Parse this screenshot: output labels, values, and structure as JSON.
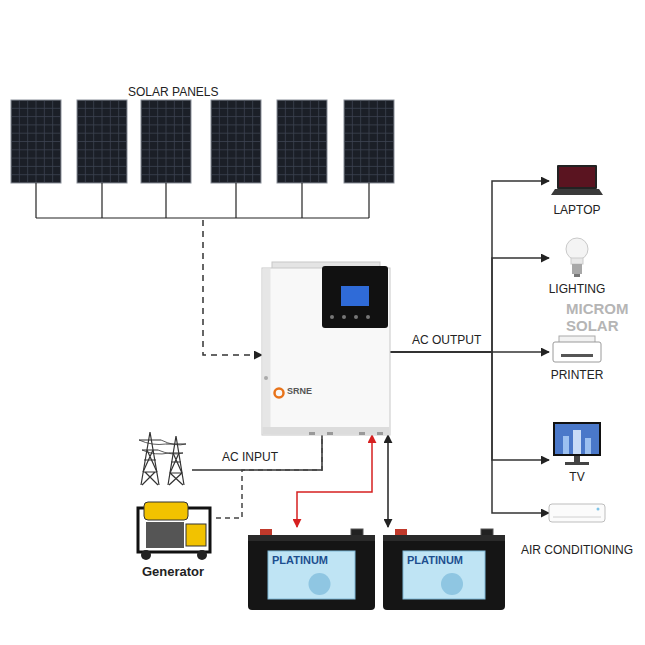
{
  "diagram": {
    "nodes": [
      {
        "text": [
          "SOLAR PANELS"
        ]
      },
      {
        "text": [
          "SRNE"
        ]
      },
      {
        "text": [
          "LAPTOP"
        ]
      },
      {
        "text": [
          "LIGHTING"
        ]
      },
      {
        "text": [
          "PRINTER"
        ]
      },
      {
        "text": [
          "TV"
        ]
      },
      {
        "text": [
          "AIR CONDITIONING"
        ]
      },
      {
        "text": [
          "Generator"
        ]
      },
      {
        "text": [
          "PLATINUM"
        ]
      },
      {
        "text": [
          "PLATINUM"
        ]
      }
    ],
    "edges": [
      {
        "from": 0,
        "to": 1,
        "arrow": "to"
      },
      {
        "from": 1,
        "to": 2,
        "arrow": "to"
      },
      {
        "from": 1,
        "to": 3,
        "arrow": "to"
      },
      {
        "from": 1,
        "to": 4,
        "label": "AC OUTPUT",
        "arrow": "to"
      },
      {
        "from": 1,
        "to": 5,
        "arrow": "to"
      },
      {
        "from": 1,
        "to": 6,
        "arrow": "to"
      },
      {
        "from": 7,
        "to": 1,
        "arrow": "none"
      },
      {
        "from": 1,
        "to": 8,
        "arrow": "both"
      },
      {
        "from": 1,
        "to": 9,
        "arrow": "both"
      }
    ],
    "labels": [
      "AC INPUT",
      "MICROM SOLAR"
    ]
  }
}
